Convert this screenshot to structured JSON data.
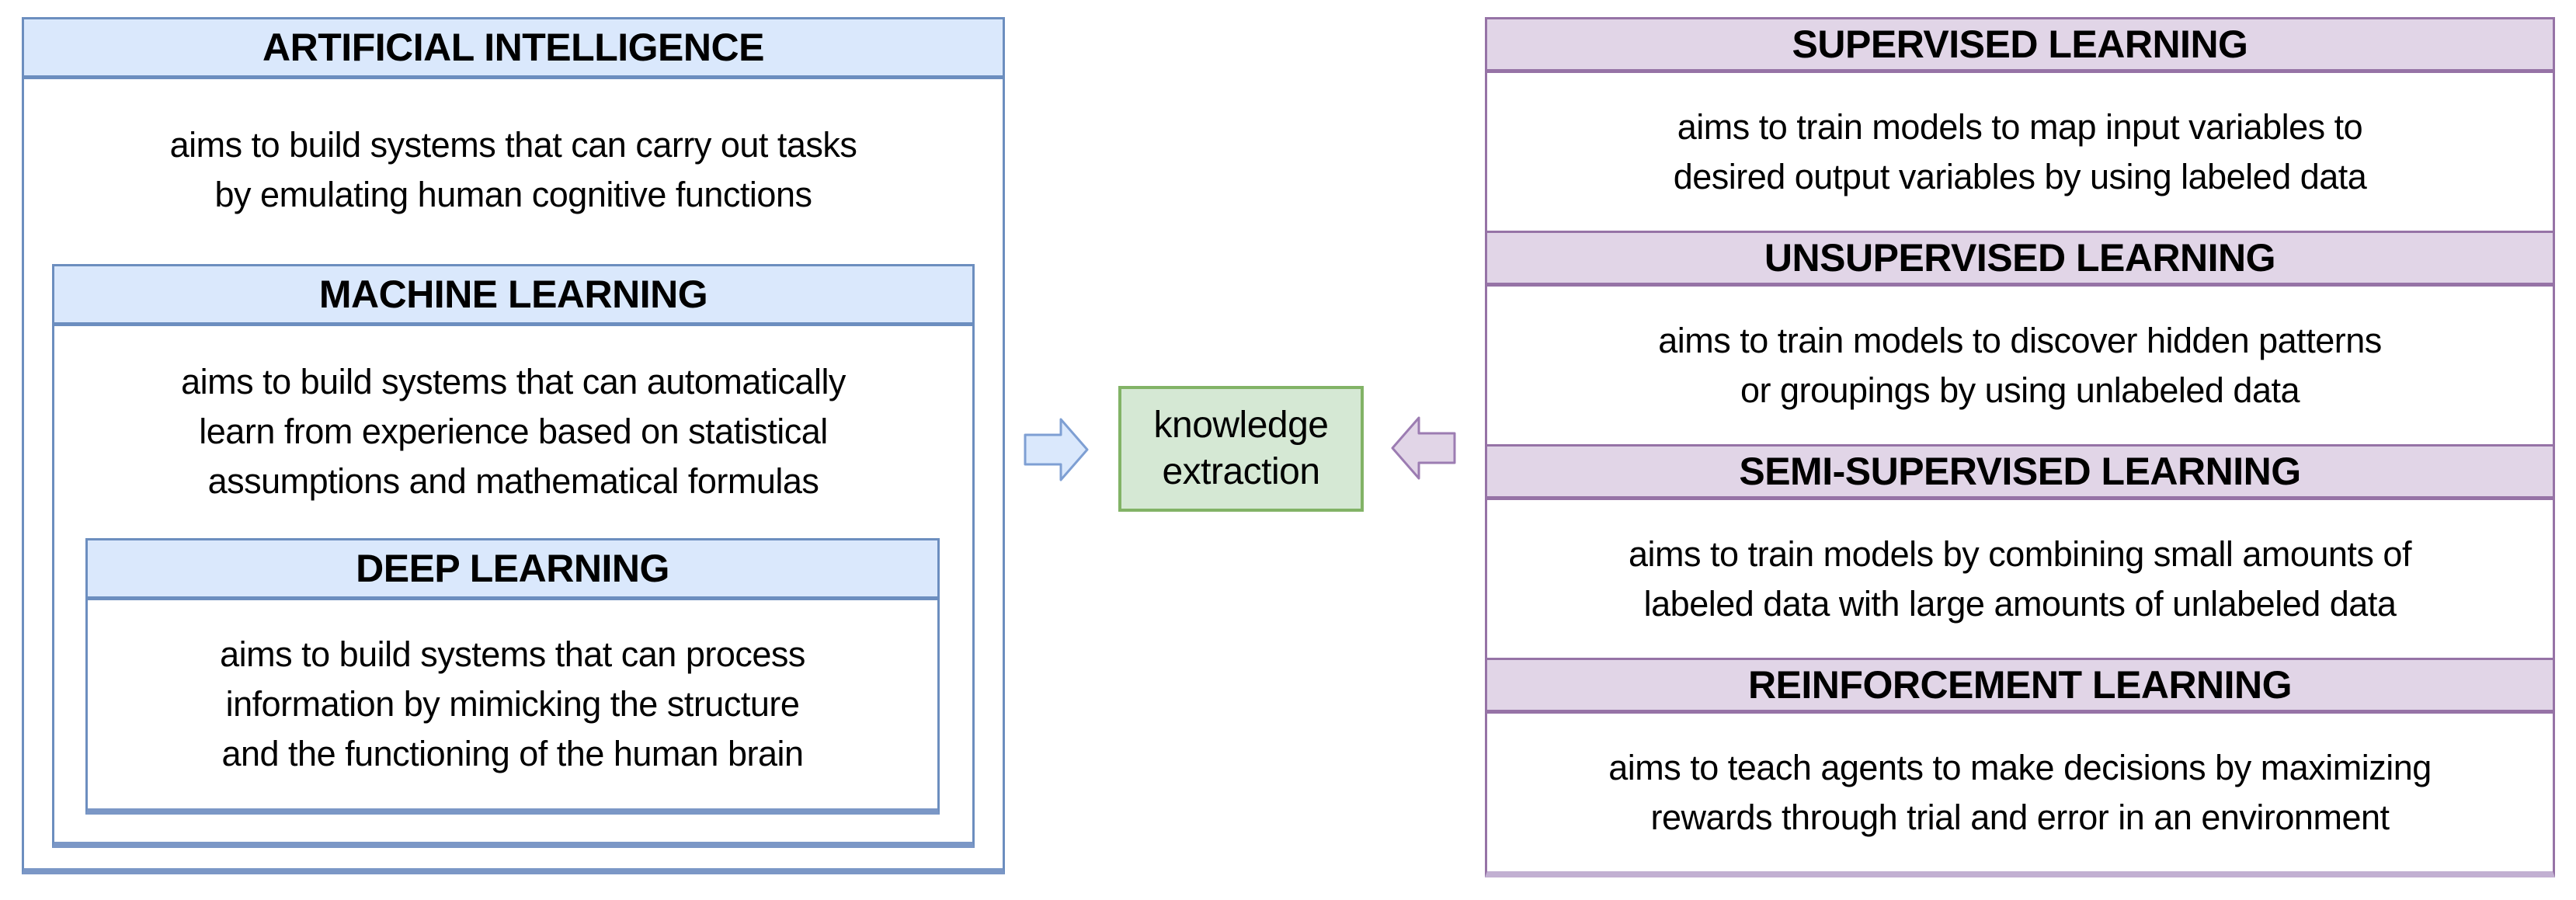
{
  "colors": {
    "blue_fill": "#dae8fc",
    "blue_border": "#6c8ebf",
    "purple_fill": "#e1d5e7",
    "purple_border": "#9673a6",
    "green_fill": "#d5e8d4",
    "green_border": "#82b366",
    "blue_arrow_stroke": "#7e9fd3",
    "purple_arrow_stroke": "#9c7cb2",
    "text": "#000000"
  },
  "left_stack": {
    "artificial_intelligence": {
      "title": "ARTIFICIAL INTELLIGENCE",
      "description_lines": [
        "aims to build systems that can carry out tasks",
        "by emulating human cognitive functions"
      ]
    },
    "machine_learning": {
      "title": "MACHINE LEARNING",
      "description_lines": [
        "aims to build systems that can automatically",
        "learn from experience based on statistical",
        "assumptions and mathematical formulas"
      ]
    },
    "deep_learning": {
      "title": "DEEP LEARNING",
      "description_lines": [
        "aims to build systems that can process",
        "information by mimicking the structure",
        "and the functioning of the human brain"
      ]
    }
  },
  "center": {
    "knowledge_extraction": {
      "lines": [
        "knowledge",
        "extraction"
      ]
    },
    "blue_arrow_icon": "right-block-arrow",
    "purple_arrow_icon": "left-block-arrow"
  },
  "right_stack": {
    "sections": [
      {
        "title": "SUPERVISED LEARNING",
        "description_lines": [
          "aims to train models to map input variables to",
          "desired output variables by using labeled data"
        ]
      },
      {
        "title": "UNSUPERVISED LEARNING",
        "description_lines": [
          "aims to train models to discover hidden patterns",
          "or groupings by using unlabeled data"
        ]
      },
      {
        "title": "SEMI-SUPERVISED LEARNING",
        "description_lines": [
          "aims to train models by combining small amounts of",
          "labeled data with large amounts of unlabeled data"
        ]
      },
      {
        "title": "REINFORCEMENT LEARNING",
        "description_lines": [
          "aims to teach agents to make decisions by maximizing",
          "rewards through trial and error in an environment"
        ]
      }
    ]
  }
}
